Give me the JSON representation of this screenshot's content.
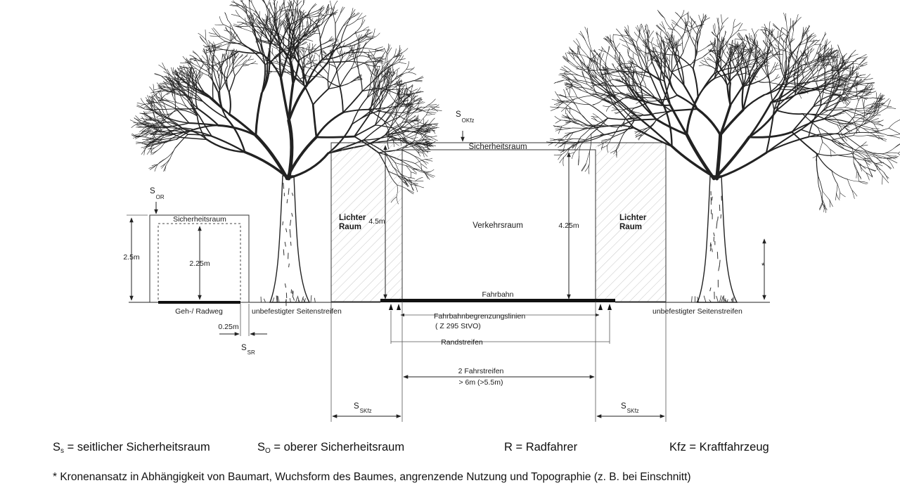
{
  "diagram": {
    "top_clearance_label": {
      "s": "S",
      "sub": "OKfz"
    },
    "bike_top_label": {
      "s": "S",
      "sub": "OR"
    },
    "bike_side_label": {
      "s": "S",
      "sub": "SR"
    },
    "side_clearance_left": {
      "s": "S",
      "sub": "SKfz"
    },
    "side_clearance_right": {
      "s": "S",
      "sub": "SKfz"
    },
    "safety_space_road": "Sicherheitsraum",
    "safety_space_bike": "Sicherheitsraum",
    "clear_space_left": [
      "Lichter",
      "Raum"
    ],
    "clear_space_right": [
      "Lichter",
      "Raum"
    ],
    "traffic_space": "Verkehrsraum",
    "carriageway": "Fahrbahn",
    "height_outer": "4.5m",
    "height_inner": "4.25m",
    "bike_height_outer": "2.5m",
    "bike_height_inner": "2.25m",
    "bike_path": "Geh-/ Radweg",
    "bike_gap": "0.25m",
    "shoulder_left": "unbefestigter Seitenstreifen",
    "shoulder_right": "unbefestigter Seitenstreifen",
    "boundary_lines": [
      "Fahrbahnbegrenzungslinien",
      "( Z 295 StVO)"
    ],
    "edge_strip": "Randstreifen",
    "lanes": [
      "2 Fahrstreifen",
      "> 6m (>5.5m)"
    ],
    "crown_marker": "*"
  },
  "legend": {
    "ss": {
      "s": "S",
      "sub": "s",
      "text": " = seitlicher Sicherheitsraum"
    },
    "so": {
      "s": "S",
      "sub": "O",
      "text": " = oberer Sicherheitsraum"
    },
    "r": "R = Radfahrer",
    "kfz": "Kfz = Kraftfahrzeug"
  },
  "footnote": "* Kronenansatz in Abhängigkeit von Baumart, Wuchsform des Baumes, angrenzende Nutzung und Topographie (z. B. bei Einschnitt)"
}
